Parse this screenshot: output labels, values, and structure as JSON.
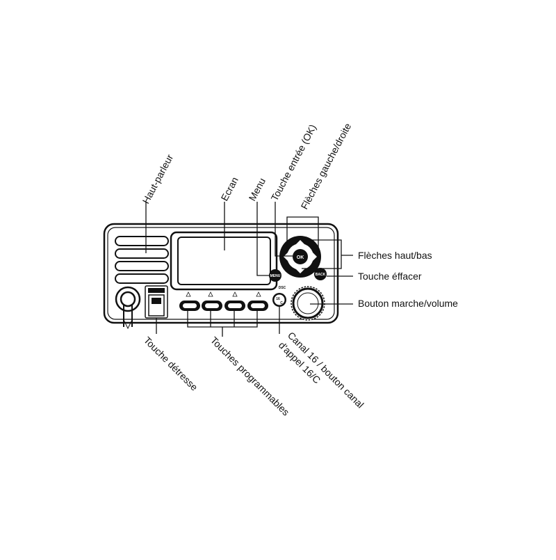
{
  "labels": {
    "speaker": "Haut-parleur",
    "screen": "Ecran",
    "menu": "Menu",
    "enter_key": "Touche entrée (OK)",
    "left_right_arrows": "Flèches gauche/droite",
    "up_down_arrows": "Flèches haut/bas",
    "clear_key": "Touche éffacer",
    "power_volume_knob": "Bouton marche/volume",
    "distress_key": "Touche détresse",
    "soft_keys": "Touches programmables",
    "channel16_line1": "Canal 16 / bouton canal",
    "channel16_line2": "d'appel 16/C"
  },
  "device": {
    "ok_button": "OK",
    "menu_button": "MENU",
    "back_button": "BACK",
    "ch16_button": "16",
    "ch16_sub": "C",
    "sub_label": "DSC"
  },
  "colors": {
    "ink": "#111111",
    "background": "#ffffff"
  }
}
